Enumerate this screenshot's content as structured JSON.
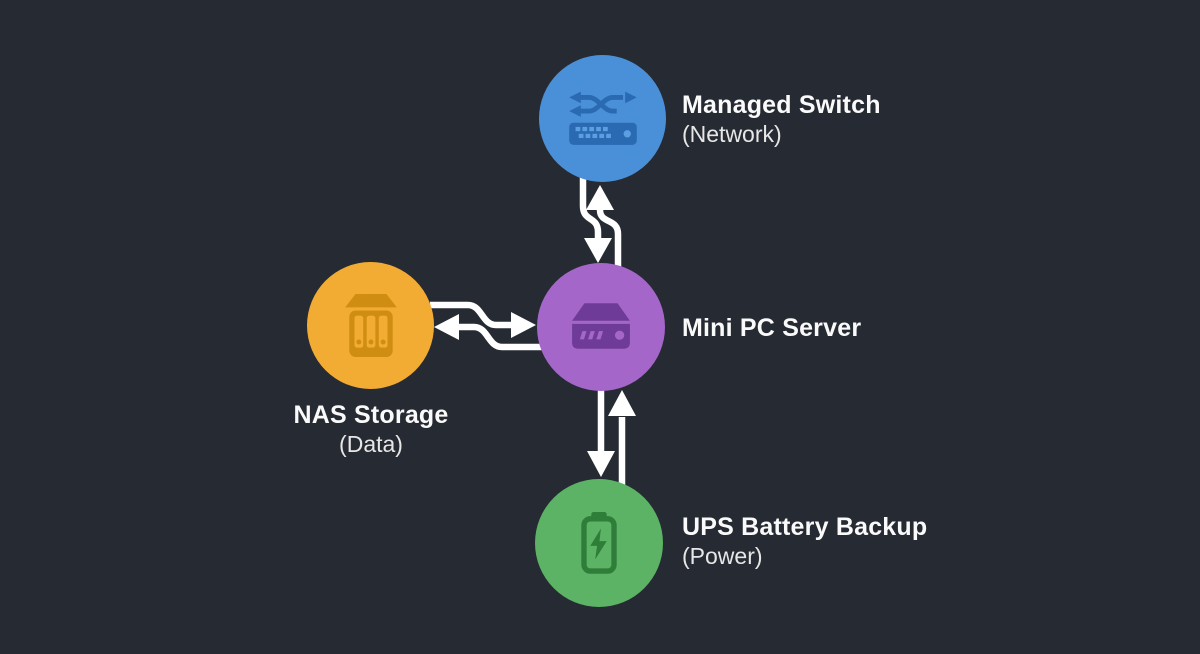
{
  "diagram": {
    "type": "network-topology",
    "background_color": "#262a32",
    "connector_color": "#ffffff"
  },
  "nodes": [
    {
      "id": "managed-switch",
      "label": "Managed Switch",
      "sublabel": "(Network)",
      "color": "#4a90d8",
      "icon": "network-switch-icon",
      "icon_color": "#2a6ab2"
    },
    {
      "id": "nas-storage",
      "label": "NAS Storage",
      "sublabel": "(Data)",
      "color": "#f2ac33",
      "icon": "nas-storage-icon",
      "icon_color": "#cf8d12"
    },
    {
      "id": "mini-pc-server",
      "label": "Mini PC Server",
      "sublabel": "",
      "color": "#a566c9",
      "icon": "mini-pc-icon",
      "icon_color": "#6f3b99"
    },
    {
      "id": "ups-battery",
      "label": "UPS Battery Backup",
      "sublabel": "(Power)",
      "color": "#5cb365",
      "icon": "battery-bolt-icon",
      "icon_color": "#2e7d38"
    }
  ],
  "edges": [
    {
      "from": "Managed Switch",
      "to": "Mini PC Server",
      "direction": "bidirectional",
      "style": "curved"
    },
    {
      "from": "NAS Storage",
      "to": "Mini PC Server",
      "direction": "bidirectional",
      "style": "curved"
    },
    {
      "from": "Mini PC Server",
      "to": "UPS Battery Backup",
      "direction": "bidirectional",
      "style": "straight"
    }
  ]
}
